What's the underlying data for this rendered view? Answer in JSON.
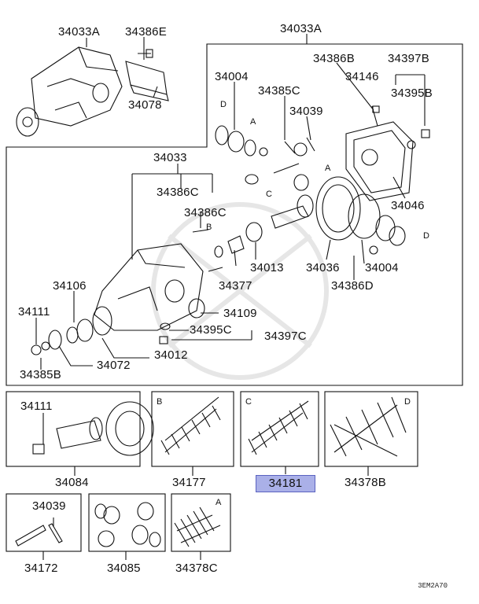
{
  "diagram": {
    "labels": {
      "p34033A_left": "34033A",
      "p34386E": "34386E",
      "p34078": "34078",
      "p34033A_right": "34033A",
      "p34386B": "34386B",
      "p34397B": "34397B",
      "p34004_top": "34004",
      "p34385C": "34385C",
      "p34146": "34146",
      "p34039_top": "34039",
      "p34395B": "34395B",
      "p34046": "34046",
      "p34033": "34033",
      "p34386C_a": "34386C",
      "p34386C_b": "34386C",
      "p34013": "34013",
      "p34036": "34036",
      "p34004_bot": "34004",
      "p34377": "34377",
      "p34386D": "34386D",
      "p34106": "34106",
      "p34109": "34109",
      "p34111_top": "34111",
      "p34395C": "34395C",
      "p34397C": "34397C",
      "p34012": "34012",
      "p34072": "34072",
      "p34385B": "34385B",
      "p34111_box": "34111",
      "p34084": "34084",
      "p34177": "34177",
      "p34181": "34181",
      "p34378B": "34378B",
      "p34039_box": "34039",
      "p34172": "34172",
      "p34085": "34085",
      "p34378C": "34378C"
    },
    "letters": {
      "D_top": "D",
      "A_top": "A",
      "A_right": "A",
      "C_mid": "C",
      "B_mid": "B",
      "D_right": "D",
      "B_box": "B",
      "C_box": "C",
      "D_box": "D",
      "A_box": "A"
    },
    "highlighted_part": "34181",
    "code": "3EM2A70"
  }
}
